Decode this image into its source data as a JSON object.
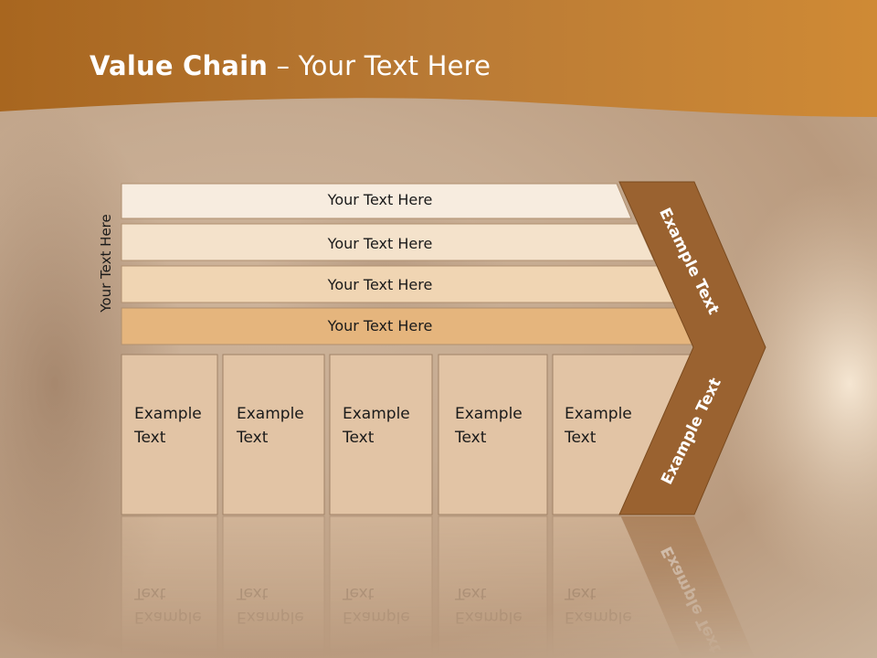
{
  "title": {
    "bold": "Value Chain",
    "rest": " – Your Text Here"
  },
  "side_label": "Your Text Here",
  "bars": [
    "Your Text Here",
    "Your Text Here",
    "Your Text Here",
    "Your Text Here"
  ],
  "boxes": [
    [
      "Example",
      "Text"
    ],
    [
      "Example",
      "Text"
    ],
    [
      "Example",
      "Text"
    ],
    [
      "Example",
      "Text"
    ],
    [
      "Example",
      "Text"
    ]
  ],
  "arrow_labels": {
    "top": "Example Text",
    "bottom": "Example Text"
  },
  "colors": {
    "header": "#c7843a",
    "bar_1": "#f7ecdf",
    "bar_2": "#f4e2cb",
    "bar_3": "#f0d5b3",
    "bar_4": "#e5b57d",
    "box_fill": "#e2c4a5",
    "chevron": "#9a6230"
  }
}
